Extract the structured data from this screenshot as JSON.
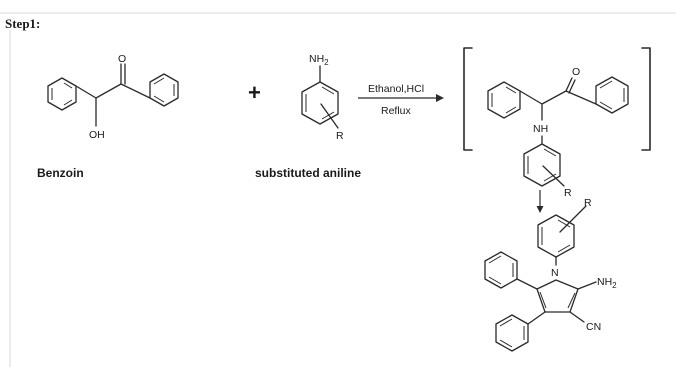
{
  "header": {
    "step_label": "Step1:"
  },
  "reactants": {
    "benzoin": {
      "name": "Benzoin",
      "atoms": {
        "carbonyl_o": "O",
        "hydroxyl": "OH"
      }
    },
    "plus_sign": "+",
    "aniline": {
      "name": "substituted aniline",
      "atoms": {
        "amine": "NH",
        "amine_sub": "2",
        "substituent": "R"
      }
    }
  },
  "conditions": {
    "reagents": "Ethanol,HCl",
    "process": "Reflux"
  },
  "intermediate": {
    "atoms": {
      "carbonyl_o": "O",
      "amine": "NH",
      "substituent": "R"
    }
  },
  "product": {
    "atoms": {
      "ring_n": "N",
      "amine": "NH",
      "amine_sub": "2",
      "nitrile": "CN",
      "substituent": "R"
    }
  },
  "colors": {
    "ink": "#1a1a1a",
    "frame": "#d9d9d9"
  }
}
